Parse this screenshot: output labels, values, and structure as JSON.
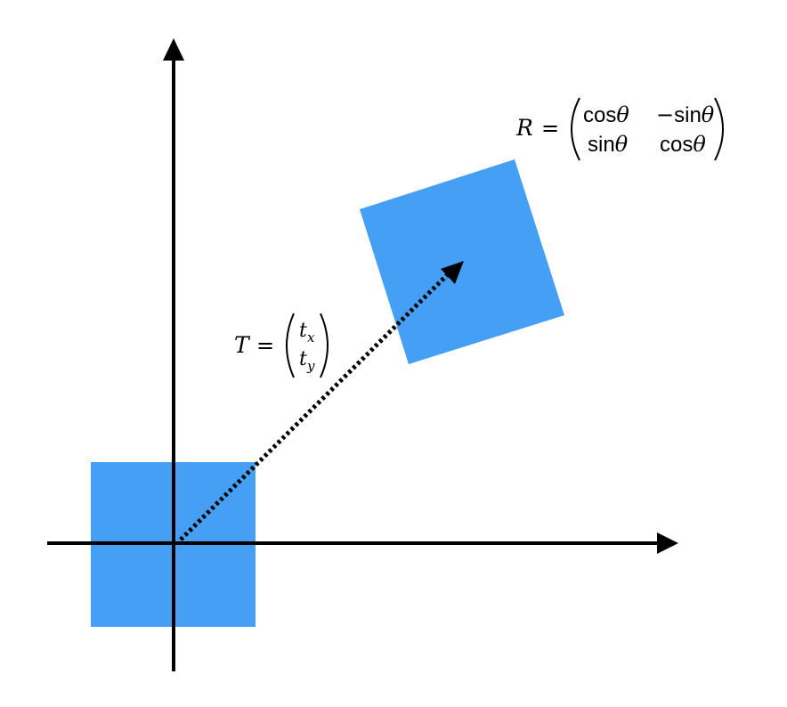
{
  "colors": {
    "shape_fill": "#45a0f5",
    "axis": "#000000",
    "arrow": "#000000",
    "background": "#ffffff"
  },
  "translation_label": {
    "symbol": "T",
    "equals": "=",
    "top": "t",
    "top_sub": "x",
    "bottom": "t",
    "bottom_sub": "y"
  },
  "rotation_label": {
    "symbol": "R",
    "equals": "=",
    "row1_col1_fn": "cos",
    "row1_col1_var": "θ",
    "row1_col2_sign": "−",
    "row1_col2_fn": "sin",
    "row1_col2_var": "θ",
    "row2_col1_fn": "sin",
    "row2_col1_var": "θ",
    "row2_col2_fn": "cos",
    "row2_col2_var": "θ"
  },
  "icons": {
    "x_axis_head": "arrowhead-right",
    "y_axis_head": "arrowhead-up",
    "translation_head": "arrowhead-diagonal"
  }
}
